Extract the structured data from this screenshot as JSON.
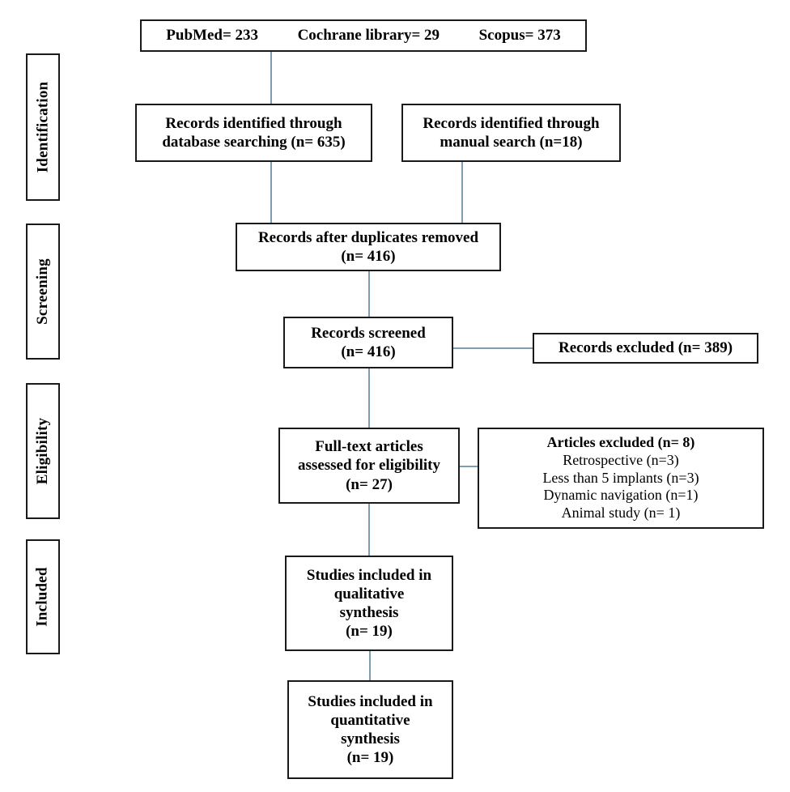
{
  "diagram": {
    "title": "PRISMA flow diagram",
    "line_color": "#7b9eb3",
    "border_color": "#1a1a1a",
    "background_color": "#ffffff"
  },
  "stages": [
    {
      "id": "identification",
      "label": "Identification"
    },
    {
      "id": "screening",
      "label": "Screening"
    },
    {
      "id": "eligibility",
      "label": "Eligibility"
    },
    {
      "id": "included",
      "label": "Included"
    }
  ],
  "sources": {
    "pubmed": "PubMed= 233",
    "cochrane": "Cochrane library= 29",
    "scopus": "Scopus= 373"
  },
  "boxes": {
    "database_searching": {
      "line1": "Records identified through",
      "line2": "database searching (n= 635)"
    },
    "manual_search": {
      "line1": "Records identified through",
      "line2": "manual search (n=18)"
    },
    "duplicates_removed": {
      "line1": "Records after duplicates removed",
      "line2": "(n= 416)"
    },
    "records_screened": {
      "line1": "Records screened",
      "line2": "(n= 416)"
    },
    "records_excluded": {
      "line1": "Records excluded (n= 389)"
    },
    "full_text_assessed": {
      "line1": "Full-text articles",
      "line2": "assessed for eligibility",
      "line3": "(n= 27)"
    },
    "articles_excluded": {
      "header": "Articles excluded (n= 8)",
      "reasons": [
        "Retrospective (n=3)",
        "Less than 5 implants (n=3)",
        "Dynamic navigation (n=1)",
        "Animal study (n= 1)"
      ]
    },
    "qualitative_synthesis": {
      "line1": "Studies included in",
      "line2": "qualitative",
      "line3": "synthesis",
      "line4": "(n= 19)"
    },
    "quantitative_synthesis": {
      "line1": "Studies included in",
      "line2": "quantitative",
      "line3": "synthesis",
      "line4": "(n= 19)"
    }
  }
}
